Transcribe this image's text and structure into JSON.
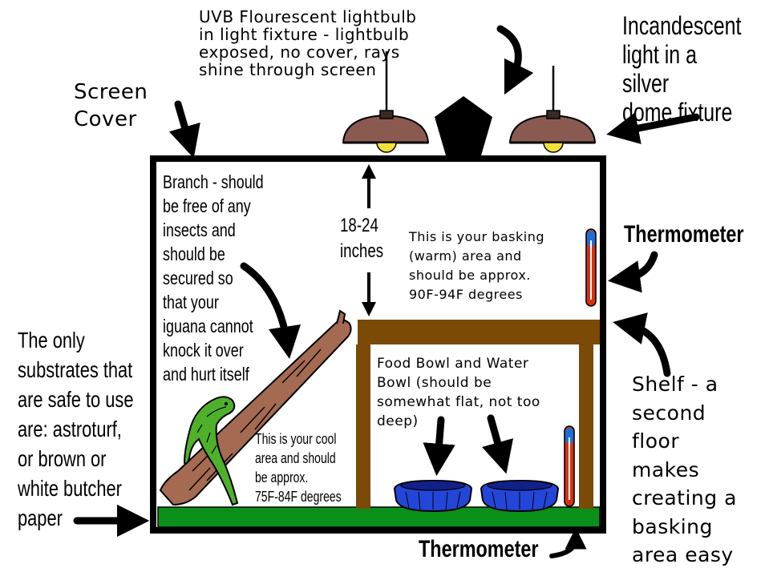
{
  "labels": {
    "uvb": "UVB Flourescent lightbulb\nin light fixture - lightbulb\nexposed, no cover, rays\nshine through screen",
    "incandescent": "Incandescent\nlight in a silver\ndome fixture",
    "screen_cover": "Screen\nCover",
    "branch": "Branch - should\nbe free of any\ninsects and\nshould be\nsecured so\nthat your\niguana cannot\nknock it over\nand hurt itself",
    "distance": "18-24\ninches",
    "basking_area": "This is your basking\n(warm) area and\nshould be approx.\n90F-94F degrees",
    "thermometer_top": "Thermometer",
    "thermometer_bottom": "Thermometer",
    "food_bowl": "Food Bowl and Water\nBowl (should be\nsomewhat flat, not too\ndeep)",
    "cool_area": "This is your cool\narea and should\nbe approx.\n75F-84F degrees",
    "substrates": "The only\nsubstrates that\nare safe to use\nare:  astroturf,\nor brown or\nwhite butcher\npaper",
    "shelf": "Shelf - a\nsecond\nfloor\nmakes\ncreating a\nbasking\narea easy"
  },
  "colors": {
    "floor": "#0a8f1a",
    "shelf_wood": "#7a4a06",
    "branch": "#a46b52",
    "bowl": "#2346d8",
    "iguana": "#4fb12a",
    "lamp_shade": "#8a5a50",
    "bulb": "#f4e03a",
    "thermo_red": "#d8300f",
    "thermo_blue": "#1c6fd8"
  },
  "icons": [
    "lamp-icon",
    "bulb-icon",
    "thermometer-icon",
    "bowl-icon",
    "iguana-icon",
    "branch-icon",
    "arrow-icon",
    "pentagon-icon"
  ]
}
